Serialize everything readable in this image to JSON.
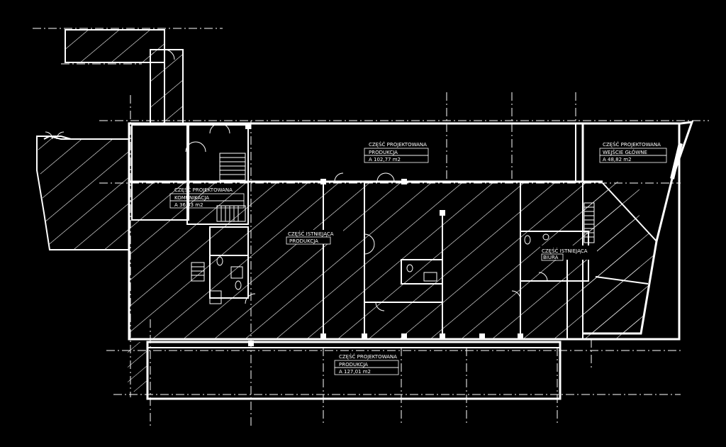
{
  "colors": {
    "background": "#000000",
    "line": "#ffffff",
    "hatch": "#ffffff"
  },
  "rooms": [
    {
      "id": "komunikacja",
      "heading": "CZĘŚĆ PROJEKTOWANA",
      "name": "KOMUNIKACJA",
      "area": "A 36,43 m2"
    },
    {
      "id": "produkcja-north",
      "heading": "CZĘŚĆ PROJEKTOWANA",
      "name": "PRODUKCJA",
      "area": "A 102,77 m2"
    },
    {
      "id": "wejscie",
      "heading": "CZĘŚĆ PROJEKTOWANA",
      "name": "WEJŚCIE GŁÓWNE",
      "area": "A 48,82 m2"
    },
    {
      "id": "produkcja-existing",
      "heading": "CZĘŚĆ ISTNIEJĄCA",
      "name": "PRODUKCJA",
      "area": ""
    },
    {
      "id": "biura",
      "heading": "CZĘŚĆ ISTNIEJĄCA",
      "name": "BIURA",
      "area": ""
    },
    {
      "id": "produkcja-south",
      "heading": "CZĘŚĆ PROJEKTOWANA",
      "name": "PRODUKCJA",
      "area": "A 127,01 m2"
    }
  ]
}
